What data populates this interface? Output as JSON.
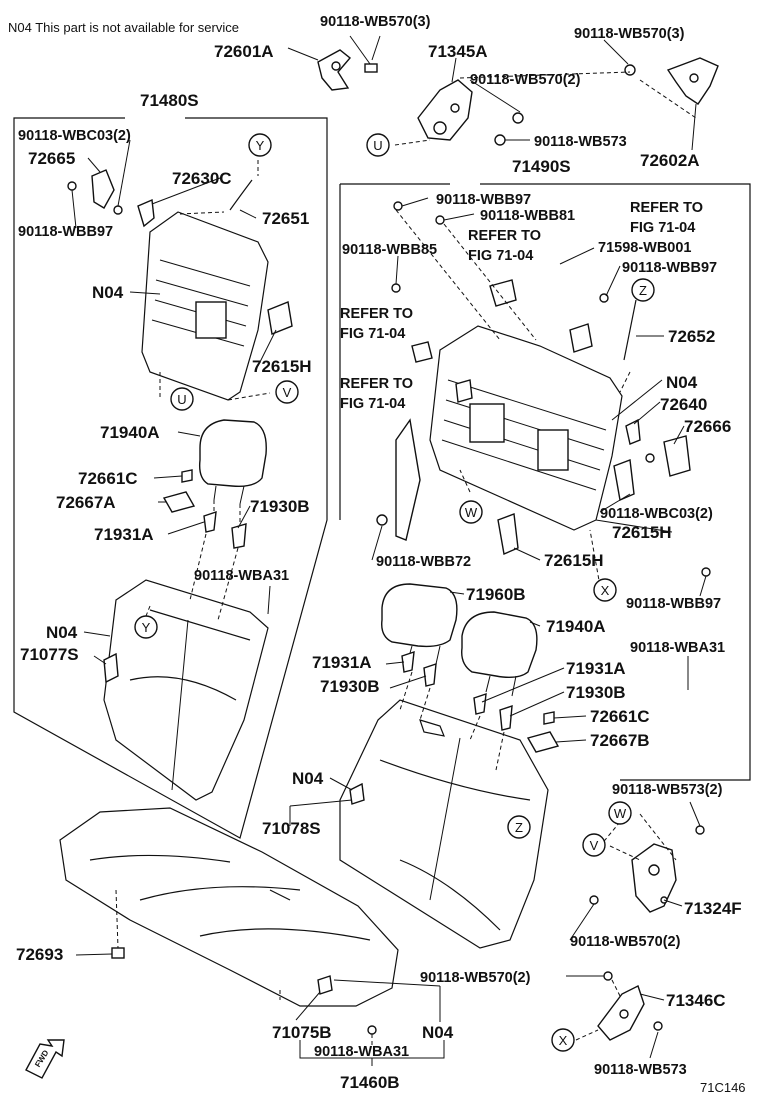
{
  "note": "N04 This part is not available for service",
  "figure_code": "71C146",
  "labels": {
    "p90118_WB570_3_a": "90118-WB570(3)",
    "p72601A": "72601A",
    "p71345A": "71345A",
    "p90118_WB570_3_b": "90118-WB570(3)",
    "p90118_WB570_2_a": "90118-WB570(2)",
    "p71480S": "71480S",
    "p90118_WB573_a": "90118-WB573",
    "p72602A": "72602A",
    "p90118_WBC03_2_a": "90118-WBC03(2)",
    "p72665": "72665",
    "p71490S": "71490S",
    "p72630C": "72630C",
    "p90118_WBB97_a": "90118-WBB97",
    "p72651": "72651",
    "p90118_WBB97_b": "90118-WBB97",
    "p90118_WBB81": "90118-WBB81",
    "refer1": "REFER TO",
    "fig1": "FIG 71-04",
    "refer2": "REFER TO",
    "fig2": "FIG 71-04",
    "p90118_WBB85": "90118-WBB85",
    "p71598_WB001": "71598-WB001",
    "p90118_WBB97_c": "90118-WBB97",
    "n04_a": "N04",
    "refer3": "REFER TO",
    "fig3": "FIG 71-04",
    "p72652": "72652",
    "p72615H_a": "72615H",
    "refer4": "REFER TO",
    "fig4": "FIG 71-04",
    "n04_b": "N04",
    "p72640": "72640",
    "p72666": "72666",
    "p71940A_a": "71940A",
    "p72661C_a": "72661C",
    "p72667A": "72667A",
    "p71930B_a": "71930B",
    "p90118_WBC03_2_b": "90118-WBC03(2)",
    "p72615H_b": "72615H",
    "p71931A_a": "71931A",
    "p90118_WBB72": "90118-WBB72",
    "p72615H_c": "72615H",
    "p90118_WBA31_a": "90118-WBA31",
    "p71960B": "71960B",
    "p90118_WBB97_d": "90118-WBB97",
    "n04_c": "N04",
    "p71940A_b": "71940A",
    "p71077S": "71077S",
    "p90118_WBA31_b": "90118-WBA31",
    "p71931A_b": "71931A",
    "p71931A_c": "71931A",
    "p71930B_b": "71930B",
    "p71930B_c": "71930B",
    "p72661C_b": "72661C",
    "p72667B": "72667B",
    "n04_d": "N04",
    "p90118_WB573_2": "90118-WB573(2)",
    "p71078S": "71078S",
    "p71324F": "71324F",
    "p72693": "72693",
    "p90118_WB570_2_b": "90118-WB570(2)",
    "p90118_WB570_2_c": "90118-WB570(2)",
    "p71346C": "71346C",
    "p71075B": "71075B",
    "n04_e": "N04",
    "p90118_WBA31_c": "90118-WBA31",
    "p71460B": "71460B",
    "p90118_WB573_b": "90118-WB573"
  },
  "callouts": {
    "y1": "Y",
    "u1": "U",
    "v1": "V",
    "u2": "U",
    "z1": "Z",
    "w1": "W",
    "x1": "X",
    "y2": "Y",
    "z2": "Z",
    "w2": "W",
    "v2": "V",
    "x2": "X"
  },
  "fwd_icon": "FWD",
  "icons": {
    "fwd": "front-arrow-icon"
  }
}
